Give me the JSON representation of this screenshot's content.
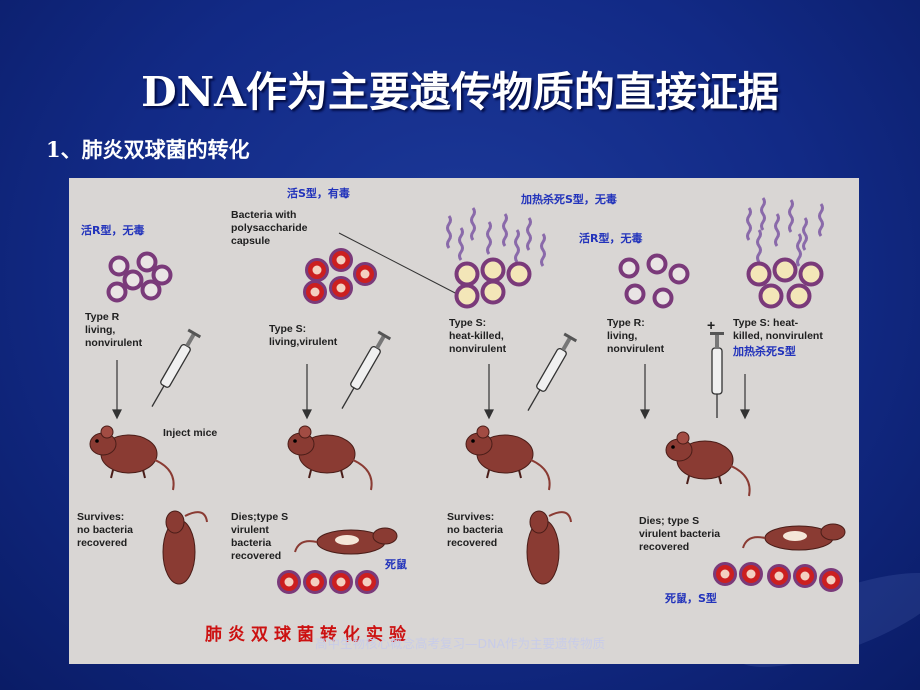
{
  "slide": {
    "title": "DNA作为主要遗传物质的直接证据",
    "subtitle": "1、肺炎双球菌的转化",
    "footer": "高中生物核心概念高考复习—DNA作为主要遗传物质"
  },
  "figure": {
    "cn_labels": {
      "live_r": "活R型，无毒",
      "live_s": "活S型，有毒",
      "heat_killed_s": "加热杀死S型，无毒",
      "live_r_2": "活R型，无毒",
      "heat_killed_s_2": "加热杀死S型",
      "dead_mouse_1": "死鼠",
      "dead_mouse_s": "死鼠，S型",
      "bottom_title": "肺炎双球菌转化实验"
    },
    "en_labels": {
      "capsule_1": "Bacteria with",
      "capsule_2": "polysaccharide",
      "capsule_3": "capsule",
      "typeR_1": "Type R",
      "typeR_2": "living,",
      "typeR_3": "nonvirulent",
      "typeS_1": "Type S:",
      "typeS_2": "living,virulent",
      "typeShk_1": "Type S:",
      "typeShk_2": "heat-killed,",
      "typeShk_3": "nonvirulent",
      "typeR4_1": "Type R:",
      "typeR4_2": "living,",
      "typeR4_3": "nonvirulent",
      "plus": "+",
      "typeS4_1": "Type S: heat-",
      "typeS4_2": "killed, nonvirulent",
      "inject": "Inject mice",
      "surv1_1": "Survives:",
      "surv1_2": "no bacteria",
      "surv1_3": "recovered",
      "dies1_1": "Dies;type S",
      "dies1_2": "virulent",
      "dies1_3": "bacteria",
      "dies1_4": "recovered",
      "surv3_1": "Survives:",
      "surv3_2": "no bacteria",
      "surv3_3": "recovered",
      "dies4_1": "Dies; type S",
      "dies4_2": "virulent bacteria",
      "dies4_3": "recovered"
    },
    "colors": {
      "figure_bg": "#d9d6d4",
      "cell_red": "#cc1f1f",
      "capsule_purple": "#7a3a7a",
      "label_blue": "#2233bb",
      "mouse_brown": "#8a3b33"
    }
  }
}
